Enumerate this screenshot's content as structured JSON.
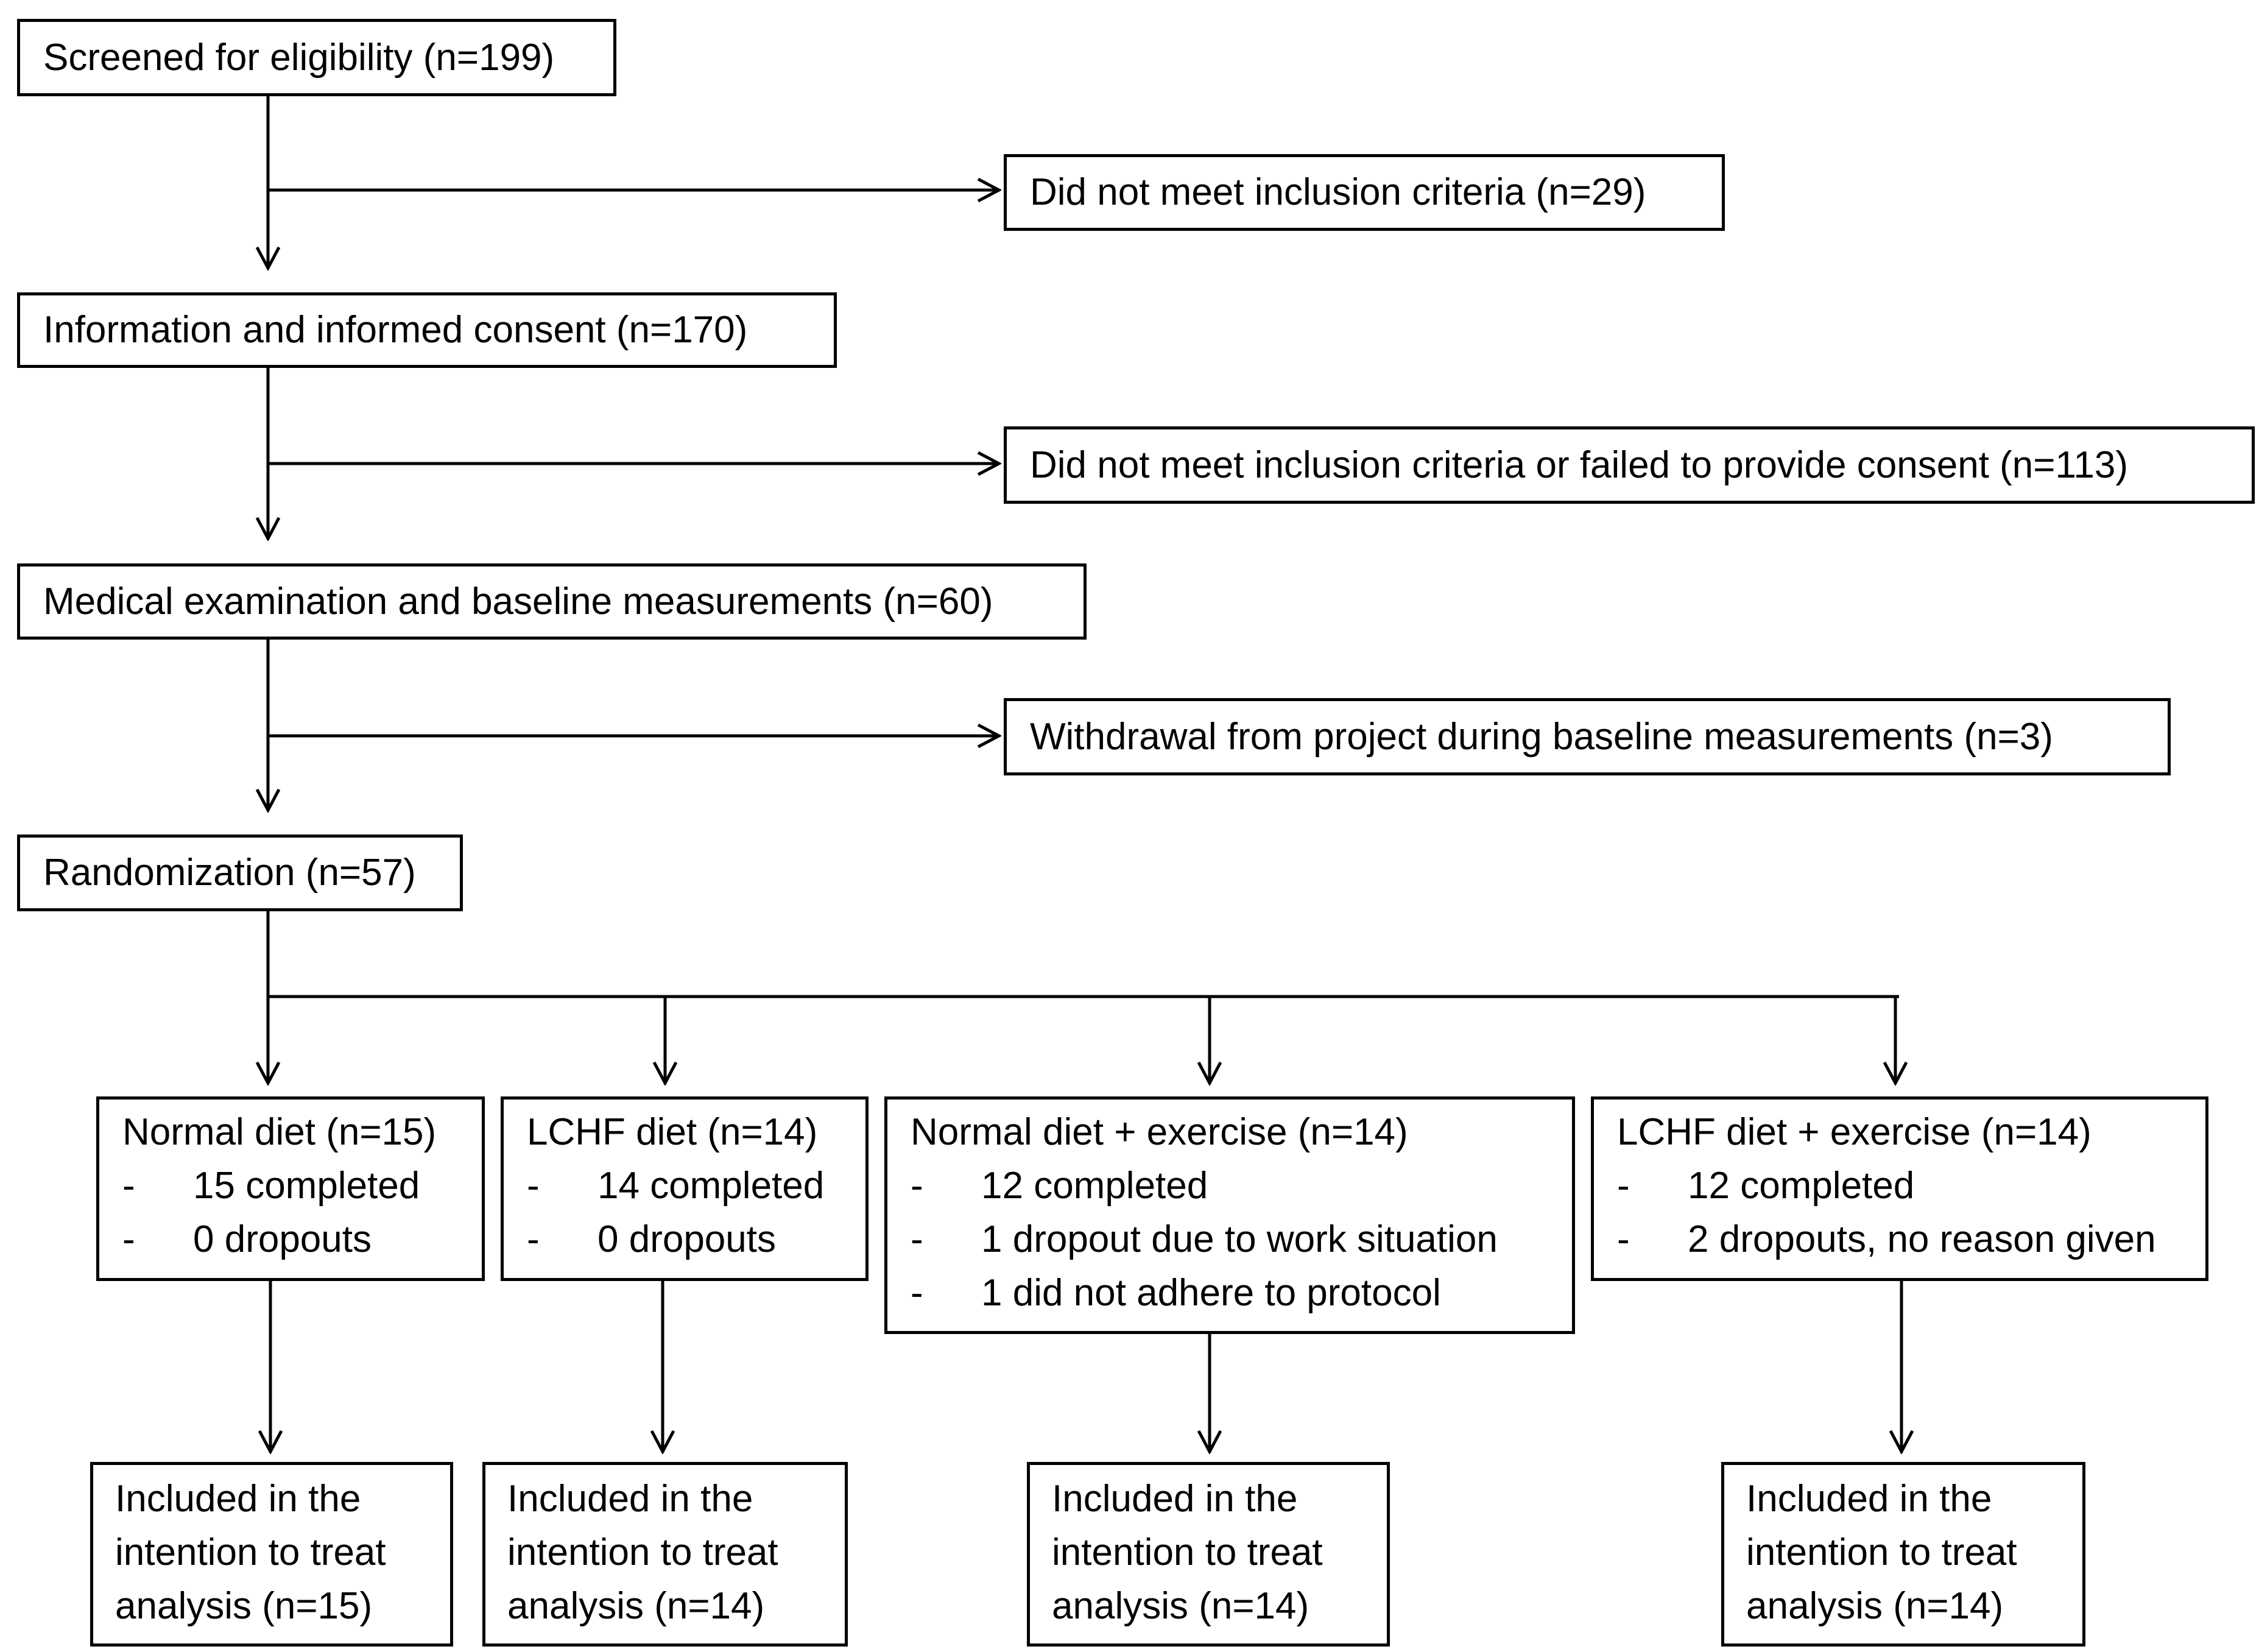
{
  "steps": {
    "screened": "Screened for eligibility (n=199)",
    "consent": "Information and informed consent (n=170)",
    "medical": "Medical examination and baseline measurements (n=60)",
    "randomization": "Randomization (n=57)"
  },
  "exclusions": {
    "inclusion": "Did not meet inclusion criteria (n=29)",
    "consent_failed": "Did not meet inclusion criteria or failed to provide consent (n=113)",
    "withdrawal": "Withdrawal from project during baseline measurements (n=3)"
  },
  "arms": [
    {
      "title": "Normal diet (n=15)",
      "items": [
        "15 completed",
        "0 dropouts"
      ]
    },
    {
      "title": "LCHF diet (n=14)",
      "items": [
        "14 completed",
        "0 dropouts"
      ]
    },
    {
      "title": "Normal diet + exercise (n=14)",
      "items": [
        "12 completed",
        "1 dropout due to work situation",
        "1 did not adhere to protocol"
      ]
    },
    {
      "title": "LCHF diet + exercise (n=14)",
      "items": [
        "12 completed",
        "2 dropouts, no reason given"
      ]
    }
  ],
  "bullet": "-",
  "outcomes": [
    {
      "lines": [
        "Included in the",
        "intention to treat",
        "analysis (n=15)"
      ]
    },
    {
      "lines": [
        "Included in the",
        "intention to treat",
        "analysis (n=14)"
      ]
    },
    {
      "lines": [
        "Included in the",
        "intention to treat",
        "analysis (n=14)"
      ]
    },
    {
      "lines": [
        "Included in the",
        "intention to treat",
        "analysis (n=14)"
      ]
    }
  ]
}
